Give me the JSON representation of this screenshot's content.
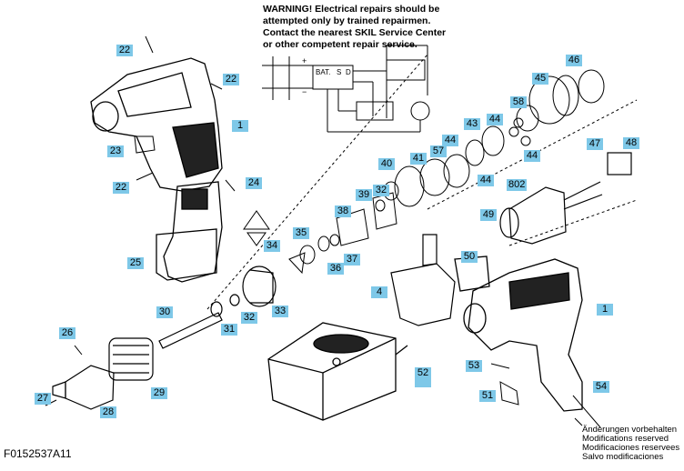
{
  "warning": [
    "WARNING! Electrical repairs should be",
    "attempted only by trained repairmen.",
    "Contact the nearest SKIL Service Center",
    "or other competent repair service."
  ],
  "schematic_labels": {
    "bat": "BAT.",
    "s": "S",
    "d": "D",
    "plus": "+",
    "minus": "−"
  },
  "callouts": [
    {
      "id": "22a",
      "label": "22",
      "style": "tag"
    },
    {
      "id": "22b",
      "label": "22",
      "style": "tag"
    },
    {
      "id": "1a",
      "label": "1",
      "style": "tag"
    },
    {
      "id": "23",
      "label": "23",
      "style": "tag"
    },
    {
      "id": "22c",
      "label": "22",
      "style": "tag"
    },
    {
      "id": "24",
      "label": "24",
      "style": "tag"
    },
    {
      "id": "25",
      "label": "25",
      "style": "tag"
    },
    {
      "id": "34",
      "label": "34",
      "style": "tag"
    },
    {
      "id": "35",
      "label": "35",
      "style": "tag"
    },
    {
      "id": "36",
      "label": "36",
      "style": "tag"
    },
    {
      "id": "37",
      "label": "37",
      "style": "tag"
    },
    {
      "id": "38",
      "label": "38",
      "style": "tag"
    },
    {
      "id": "39",
      "label": "39",
      "style": "tag"
    },
    {
      "id": "32a",
      "label": "32",
      "style": "tag"
    },
    {
      "id": "40",
      "label": "40",
      "style": "tag"
    },
    {
      "id": "41",
      "label": "41",
      "style": "tag"
    },
    {
      "id": "57",
      "label": "57",
      "style": "tag"
    },
    {
      "id": "44a",
      "label": "44",
      "style": "tag"
    },
    {
      "id": "43",
      "label": "43",
      "style": "tag"
    },
    {
      "id": "44b",
      "label": "44",
      "style": "tag"
    },
    {
      "id": "58",
      "label": "58",
      "style": "tag"
    },
    {
      "id": "45",
      "label": "45",
      "style": "tag"
    },
    {
      "id": "46",
      "label": "46",
      "style": "tag"
    },
    {
      "id": "44c",
      "label": "44",
      "style": "tag"
    },
    {
      "id": "44d",
      "label": "44",
      "style": "tag"
    },
    {
      "id": "47",
      "label": "47",
      "style": "tag"
    },
    {
      "id": "48",
      "label": "48",
      "style": "tag"
    },
    {
      "id": "802",
      "label": "802",
      "style": "tag"
    },
    {
      "id": "49",
      "label": "49",
      "style": "tag"
    },
    {
      "id": "50",
      "label": "50",
      "style": "tag"
    },
    {
      "id": "4",
      "label": "4",
      "style": "tag"
    },
    {
      "id": "1b",
      "label": "1",
      "style": "tag"
    },
    {
      "id": "30",
      "label": "30",
      "style": "tag"
    },
    {
      "id": "33",
      "label": "33",
      "style": "tag"
    },
    {
      "id": "32b",
      "label": "32",
      "style": "tag"
    },
    {
      "id": "31",
      "label": "31",
      "style": "tag"
    },
    {
      "id": "26",
      "label": "26",
      "style": "tag"
    },
    {
      "id": "29",
      "label": "29",
      "style": "tag"
    },
    {
      "id": "27",
      "label": "27",
      "style": "tag"
    },
    {
      "id": "28",
      "label": "28",
      "style": "tag"
    },
    {
      "id": "52",
      "label": "52",
      "style": "tag"
    },
    {
      "id": "53",
      "label": "53",
      "style": "tag"
    },
    {
      "id": "51",
      "label": "51",
      "style": "tag"
    },
    {
      "id": "54",
      "label": "54",
      "style": "tag"
    }
  ],
  "modifications": [
    "Änderungen vorbehalten",
    "Modifications reserved",
    "Modificaciones reservees",
    "Salvo modificaciones"
  ],
  "part_code": "F0152537A11",
  "colors": {
    "callout_fill": "#7ec8e8",
    "line": "#000000"
  }
}
